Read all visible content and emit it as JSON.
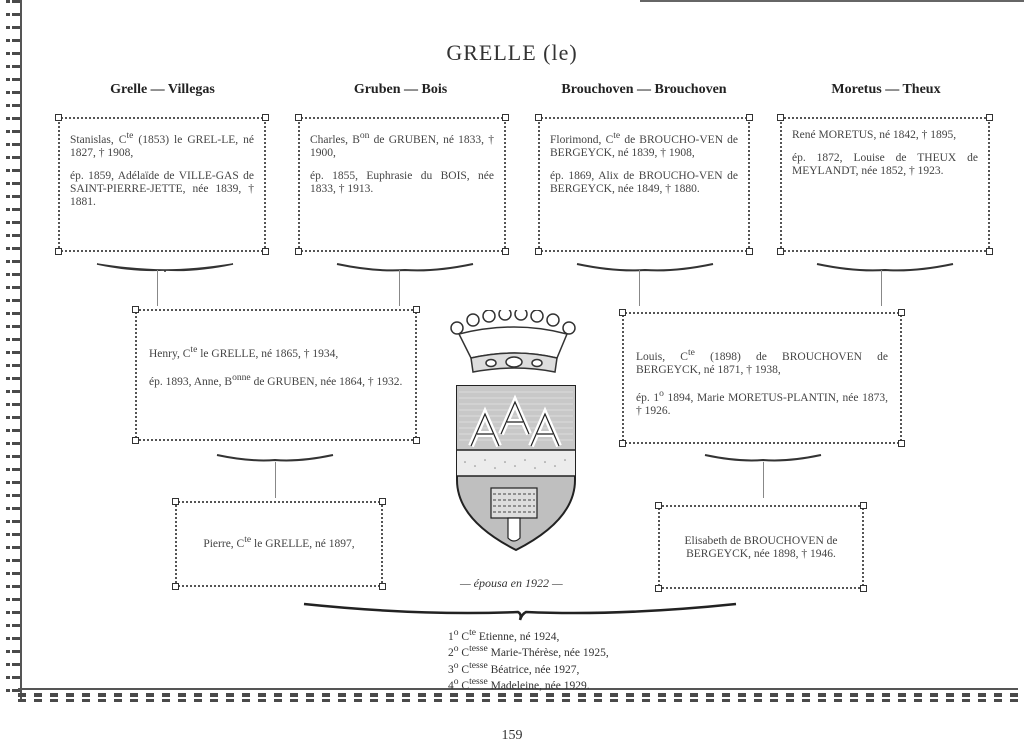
{
  "title": "GRELLE (le)",
  "columns": [
    {
      "heading": "Grelle — Villegas",
      "lines": [
        "Stanislas, C<sup>te</sup> (1853) le GREL-LE, né 1827, † 1908,",
        "ép. 1859, Adélaïde de VILLE-GAS de SAINT-PIERRE-JETTE, née 1839, † 1881."
      ]
    },
    {
      "heading": "Gruben — Bois",
      "lines": [
        "Charles, B<sup>on</sup> de GRUBEN, né 1833, † 1900,",
        "ép. 1855, Euphrasie du BOIS, née 1833, † 1913."
      ]
    },
    {
      "heading": "Brouchoven — Brouchoven",
      "lines": [
        "Florimond, C<sup>te</sup> de BROUCHO-VEN de BERGEYCK, né 1839, † 1908,",
        "ép. 1869, Alix de BROUCHO-VEN de BERGEYCK, née 1849, † 1880."
      ]
    },
    {
      "heading": "Moretus — Theux",
      "lines": [
        "René MORETUS, né 1842, † 1895,",
        "ép. 1872, Louise de THEUX de MEYLANDT, née 1852, † 1923."
      ]
    }
  ],
  "second_gen": [
    {
      "lines": [
        "Henry, C<sup>te</sup> le GRELLE, né 1865, † 1934,",
        "ép. 1893, Anne, B<sup>onne</sup> de GRUBEN, née 1864, † 1932."
      ]
    },
    {
      "lines": [
        "Louis, C<sup>te</sup> (1898) de BROUCHOVEN de BERGEYCK, né 1871, † 1938,",
        "ép. 1<sup>o</sup> 1894, Marie MORETUS-PLANTIN, née 1873, † 1926."
      ]
    }
  ],
  "third_gen": [
    {
      "lines": [
        "Pierre, C<sup>te</sup> le GRELLE, né 1897,"
      ]
    },
    {
      "lines": [
        "Elisabeth de BROUCHOVEN de BERGEYCK, née 1898, † 1946."
      ]
    }
  ],
  "caption": "— épousa en 1922 —",
  "children": [
    "1<sup>o</sup> C<sup>te</sup> Etienne, né 1924,",
    "2<sup>o</sup> C<sup>tesse</sup> Marie-Thérèse, née 1925,",
    "3<sup>o</sup> C<sup>tesse</sup> Béatrice, née 1927,",
    "4<sup>o</sup> C<sup>tesse</sup> Madeleine, née 1929."
  ],
  "page_number": "159"
}
